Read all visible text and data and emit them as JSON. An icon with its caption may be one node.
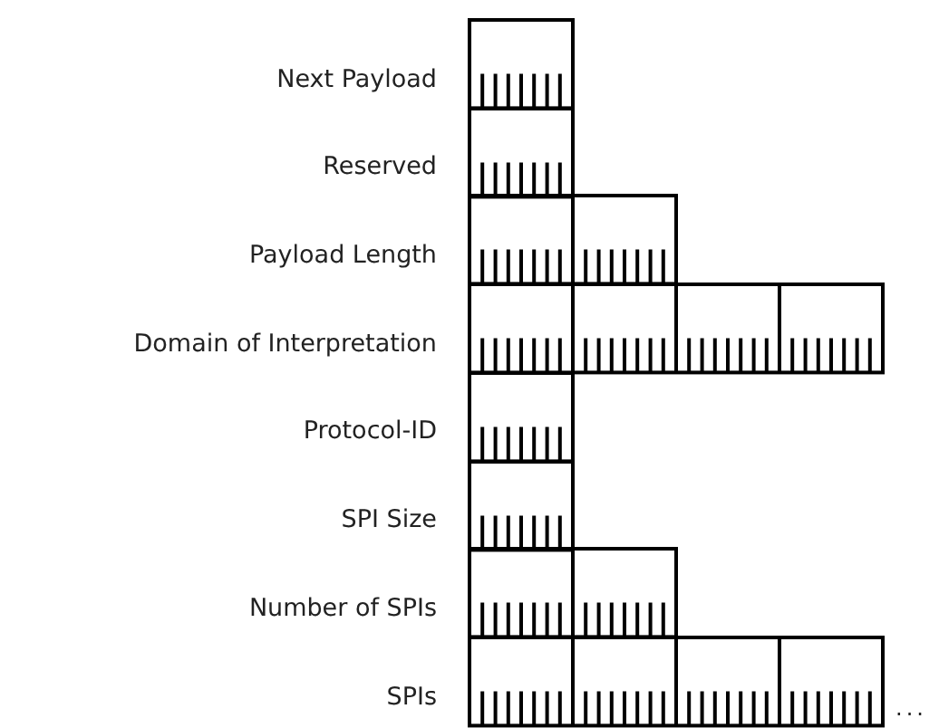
{
  "diagram": {
    "nodes": [
      {
        "text": [
          "Next Payload"
        ]
      },
      {
        "text": [
          "Reserved"
        ]
      },
      {
        "text": [
          "Payload Length"
        ]
      },
      {
        "text": [
          "Domain of Interpretation"
        ]
      },
      {
        "text": [
          "Protocol-ID"
        ]
      },
      {
        "text": [
          "SPI Size"
        ]
      },
      {
        "text": [
          "Number of SPIs"
        ]
      },
      {
        "text": [
          "SPIs"
        ]
      }
    ],
    "labels": [
      "..."
    ]
  }
}
